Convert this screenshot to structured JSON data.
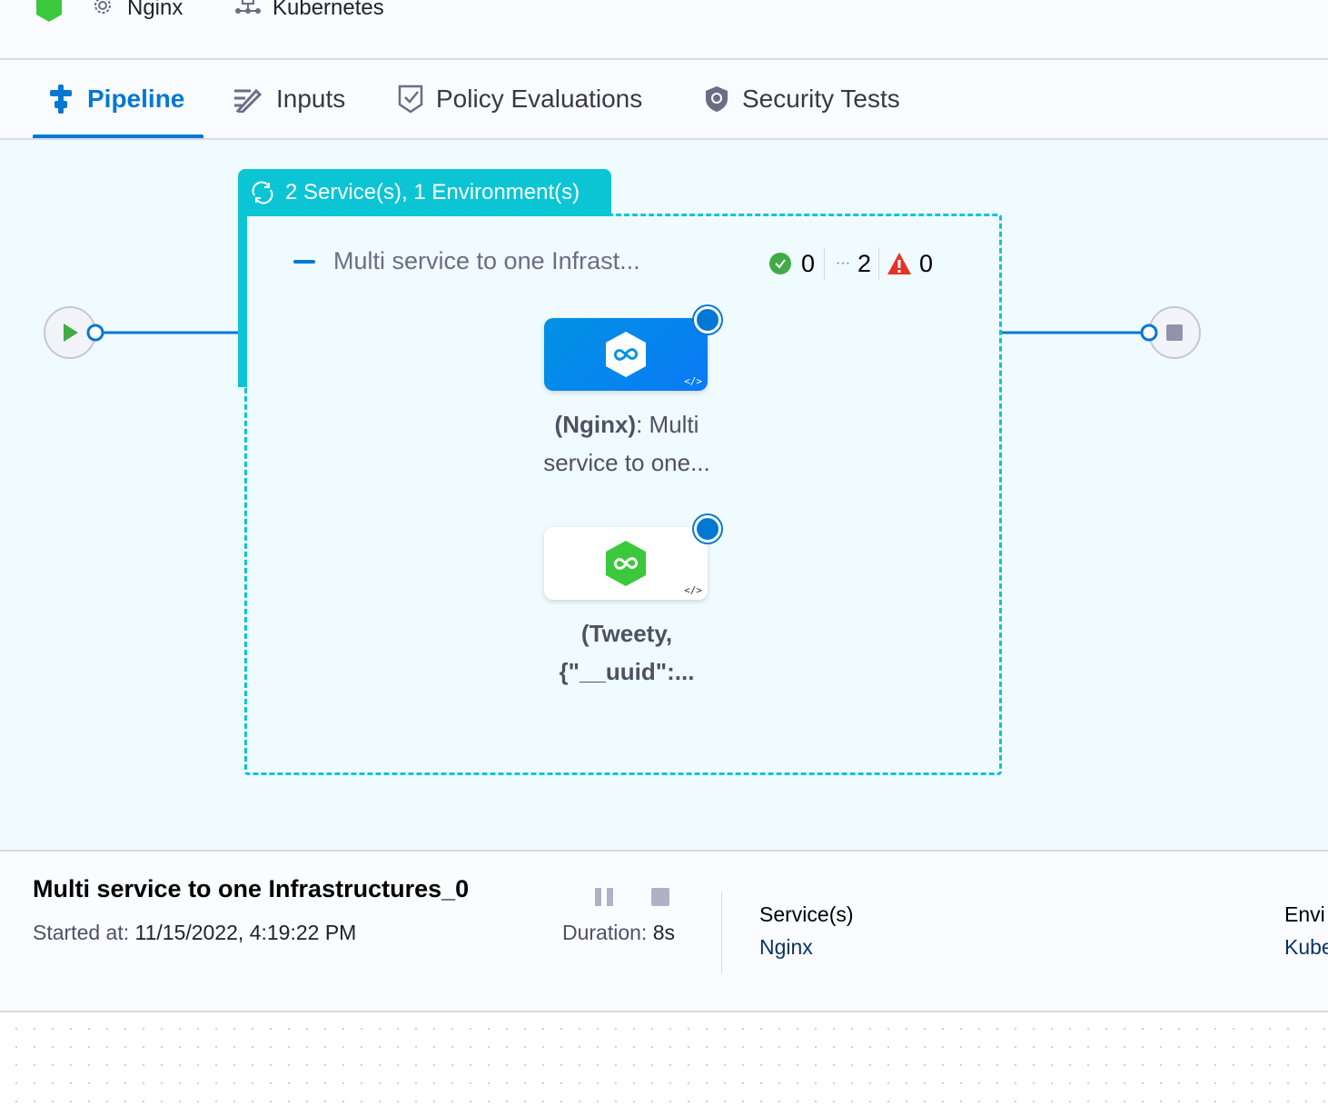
{
  "breadcrumb": {
    "service": "Nginx",
    "environment": "Kubernetes"
  },
  "tabs": [
    {
      "label": "Pipeline",
      "icon": "pipeline-icon",
      "active": true
    },
    {
      "label": "Inputs",
      "icon": "inputs-icon"
    },
    {
      "label": "Policy Evaluations",
      "icon": "policy-icon"
    },
    {
      "label": "Security Tests",
      "icon": "shield-icon"
    }
  ],
  "group": {
    "header": "2 Service(s), 1 Environment(s)",
    "title": "Multi service to one Infrast...",
    "counts": {
      "success": "0",
      "running": "2",
      "failed": "0"
    }
  },
  "nodes": [
    {
      "label_bold": "(Nginx)",
      "label_rest": ": Multi",
      "label_line2": "service to one...",
      "style": "active"
    },
    {
      "label_line1": "(Tweety,",
      "label_line2": "{\"__uuid\":...",
      "style": "default"
    }
  ],
  "details": {
    "title": "Multi service to one Infrastructures_0",
    "started_label": "Started at:",
    "started_value": "11/15/2022, 4:19:22 PM",
    "duration_label": "Duration:",
    "duration_value": "8s",
    "services_label": "Service(s)",
    "services_value": "Nginx",
    "environment_label": "Envi",
    "environment_value": "Kube"
  },
  "colors": {
    "accent": "#0278d5",
    "group": "#0bc5d5",
    "success": "#42ab45",
    "warning": "#e43326"
  }
}
